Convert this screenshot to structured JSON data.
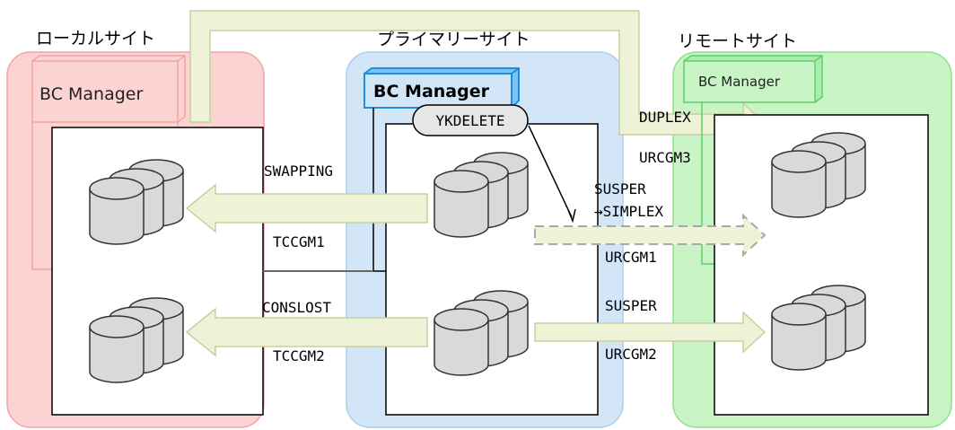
{
  "sites": {
    "local": {
      "title": "ローカルサイト",
      "manager": "BC Manager",
      "fill": "#fbd3d3",
      "stroke": "#f4a3a3"
    },
    "primary": {
      "title": "プライマリーサイト",
      "manager": "BC Manager",
      "fill": "#d2e6f8",
      "stroke": "#a9cdee",
      "manager_accent": "#1f8fdc"
    },
    "remote": {
      "title": "リモートサイト",
      "manager": "BC Manager",
      "fill": "#c9f5c6",
      "stroke": "#8fe08a"
    }
  },
  "command": "YKDELETE",
  "copy_pairs": [
    {
      "status": "SWAPPING",
      "group": "TCCGM1"
    },
    {
      "status": "CONSLOST",
      "group": "TCCGM2"
    },
    {
      "status": "DUPLEX",
      "group": "URCGM3"
    },
    {
      "status_line1": "SUSPER",
      "status_line2": "→SIMPLEX",
      "group": "URCGM1"
    },
    {
      "status": "SUSPER",
      "group": "URCGM2"
    }
  ],
  "colors": {
    "arrow_fill": "#eef2d6",
    "arrow_stroke": "#c9cfa0",
    "dashed_arrow_fill": "#eef2d6",
    "dashed_arrow_stroke": "#a8a8a8",
    "cylinder_fill": "#d9d9d9"
  }
}
